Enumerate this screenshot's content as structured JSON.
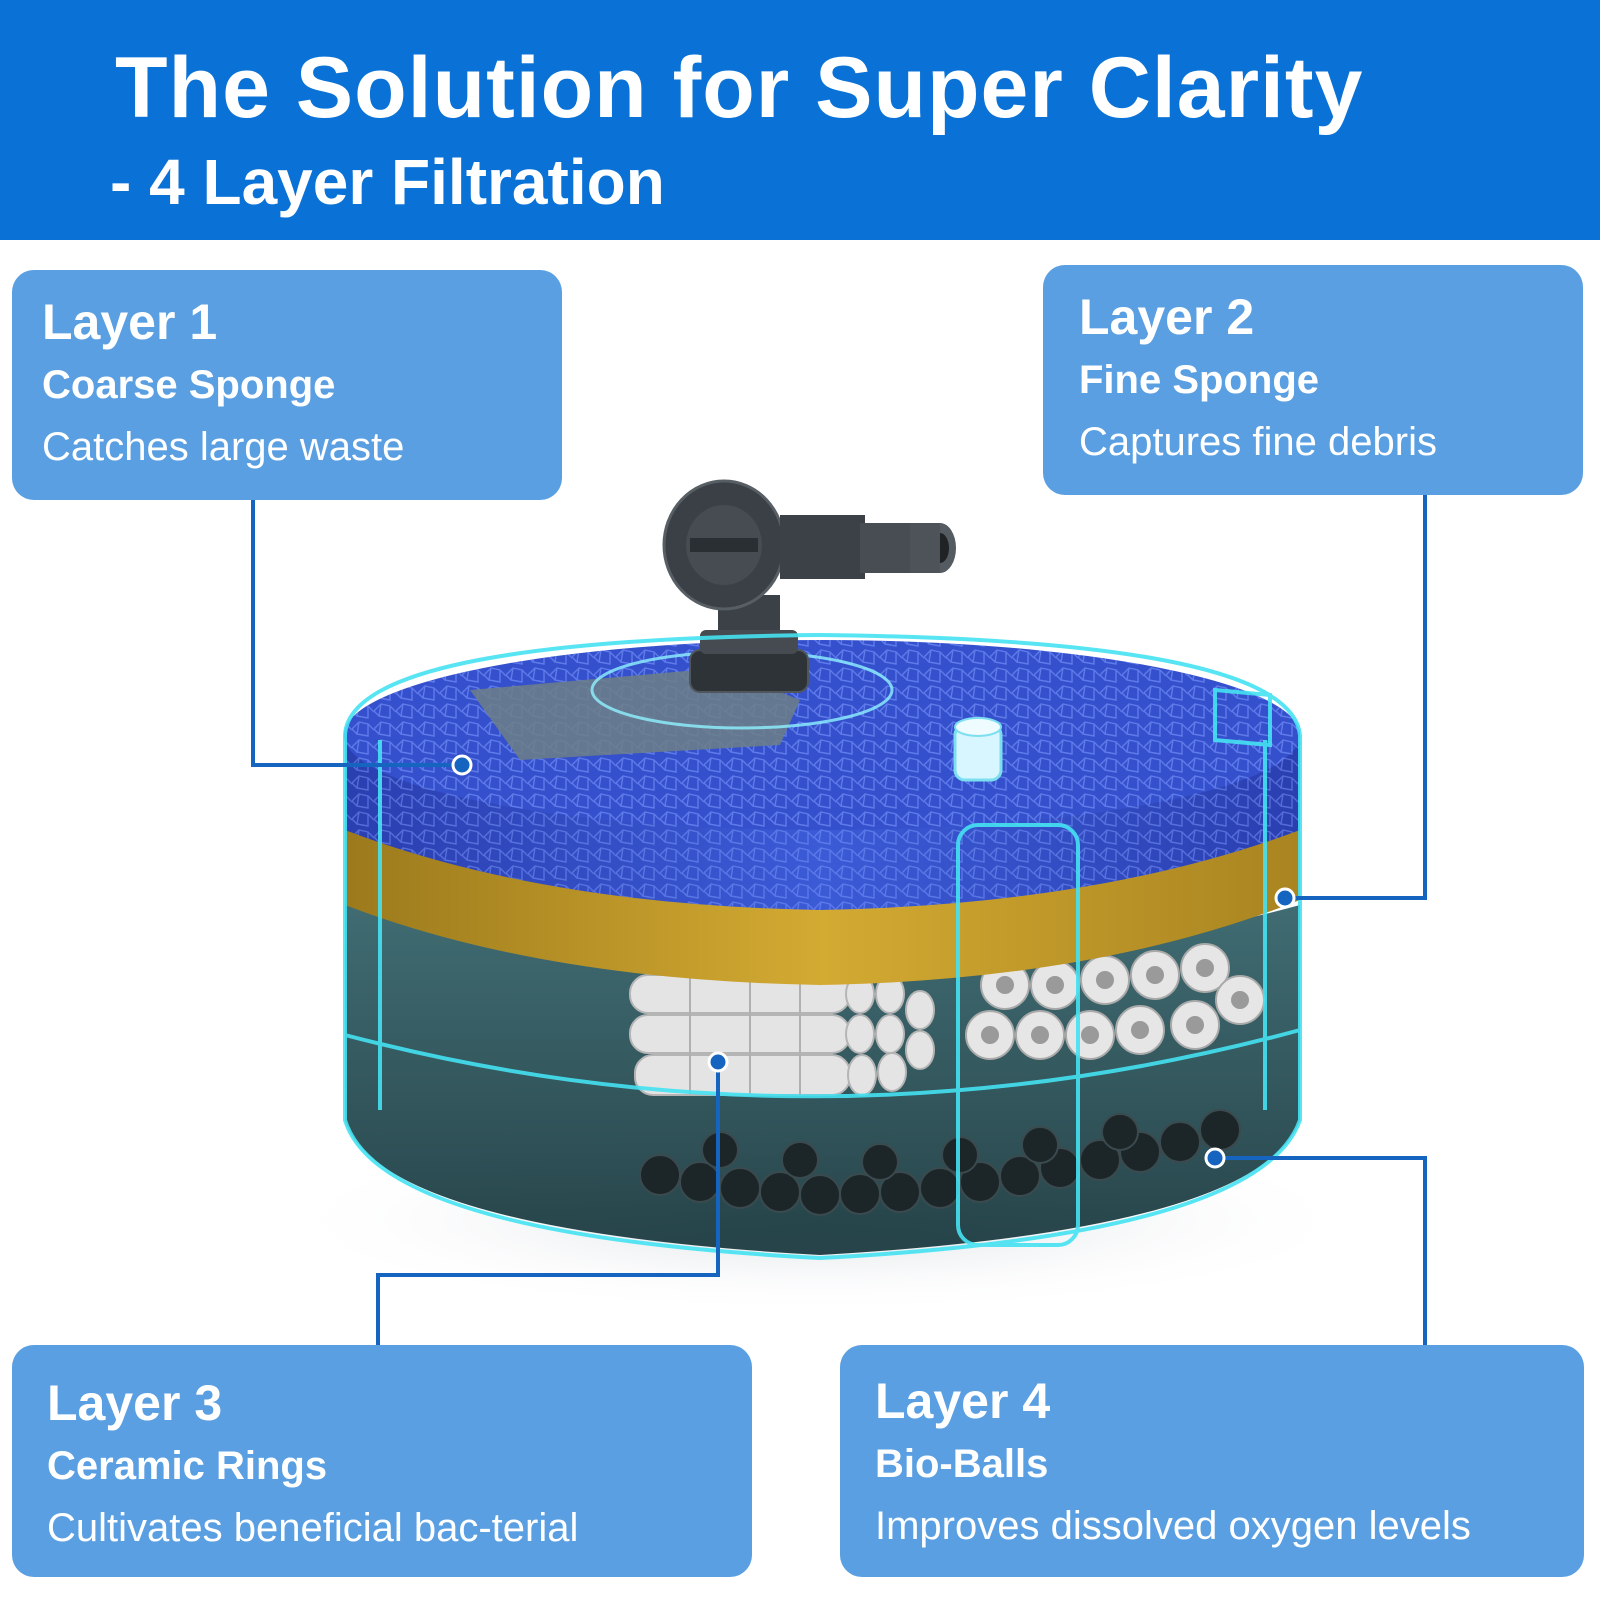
{
  "header": {
    "title": "The Solution for Super Clarity",
    "subtitle": "- 4 Layer Filtration"
  },
  "layers": [
    {
      "layer": "Layer 1",
      "name": "Coarse Sponge",
      "description": "Catches large waste"
    },
    {
      "layer": "Layer 2",
      "name": "Fine Sponge",
      "description": "Captures fine debris"
    },
    {
      "layer": "Layer 3",
      "name": "Ceramic Rings",
      "description": "Cultivates beneficial bac-terial"
    },
    {
      "layer": "Layer 4",
      "name": "Bio-Balls",
      "description": "Improves dissolved oxygen levels"
    }
  ],
  "colors": {
    "banner": "#0a72d6",
    "card": "#5a9fe2",
    "connector": "#1565c0",
    "coarse_sponge": "#3350c8",
    "fine_sponge": "#c9a028",
    "housing_outline": "#3fe0f0",
    "ceramic_rings": "#dcdcdc",
    "bio_balls": "#1e2a2e"
  }
}
